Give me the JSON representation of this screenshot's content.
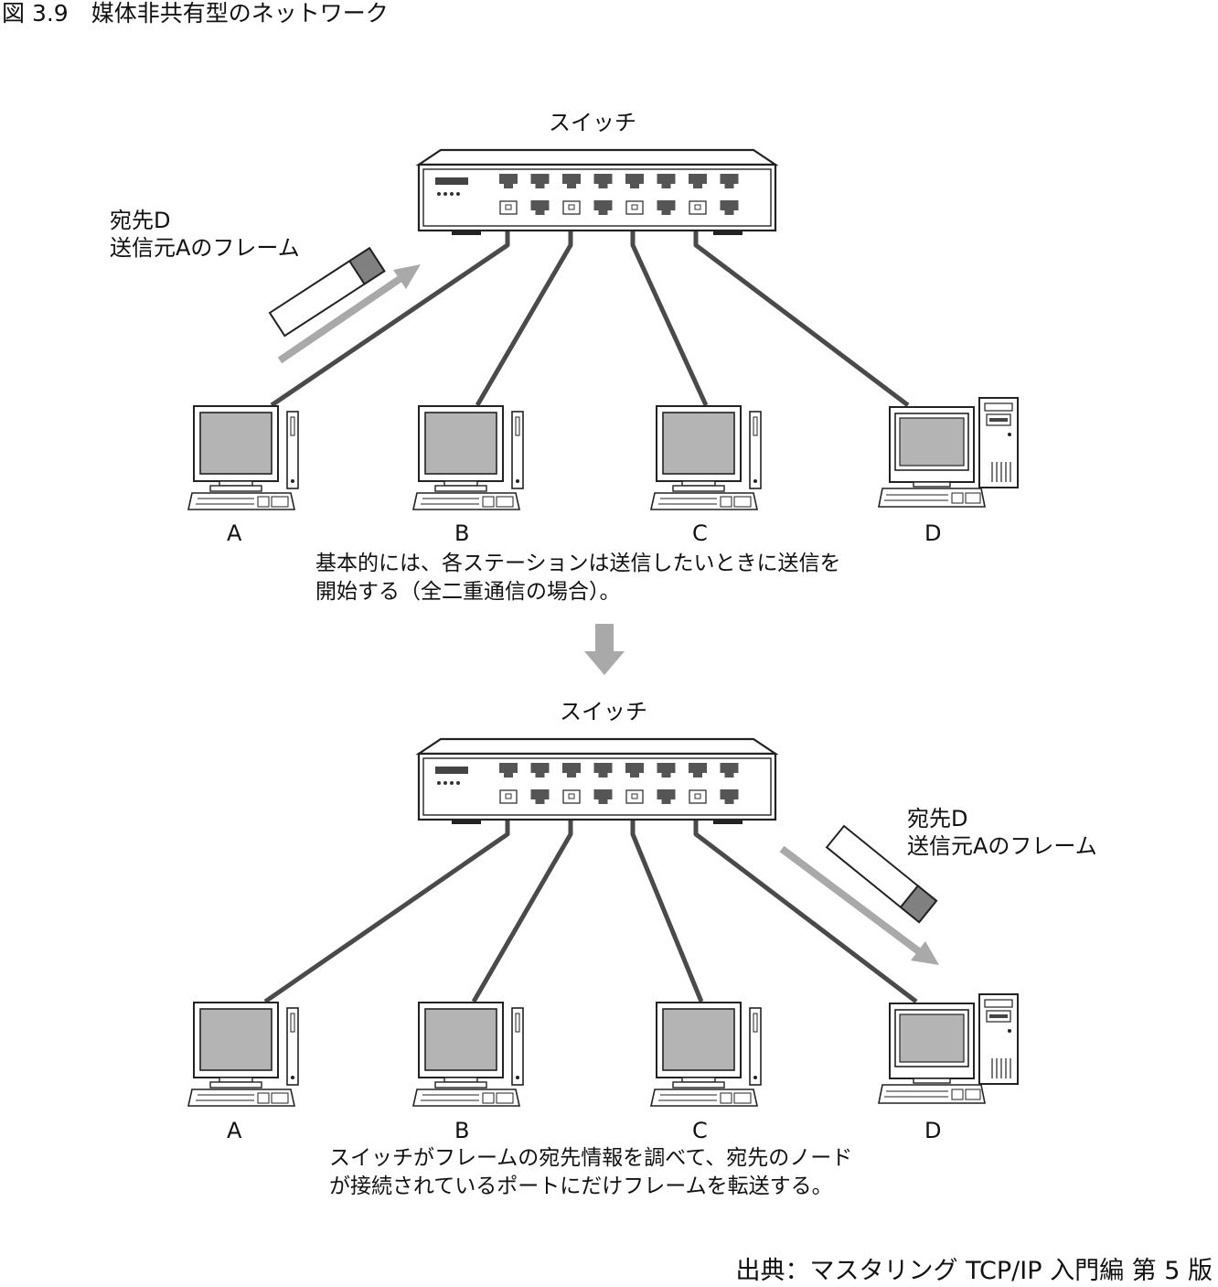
{
  "figure": {
    "title": "図 3.9　媒体非共有型のネットワーク",
    "source": "出典：マスタリング TCP/IP 入門編 第 5 版"
  },
  "top_scene": {
    "switch_label": "スイッチ",
    "frame_label_line1": "宛先D",
    "frame_label_line2": "送信元Aのフレーム",
    "stations": [
      "A",
      "B",
      "C",
      "D"
    ],
    "caption_line1": "基本的には、各ステーションは送信したいときに送信を",
    "caption_line2": "開始する（全二重通信の場合）。"
  },
  "bottom_scene": {
    "switch_label": "スイッチ",
    "frame_label_line1": "宛先D",
    "frame_label_line2": "送信元Aのフレーム",
    "stations": [
      "A",
      "B",
      "C",
      "D"
    ],
    "caption_line1": "スイッチがフレームの宛先情報を調べて、宛先のノード",
    "caption_line2": "が接続されているポートにだけフレームを転送する。"
  },
  "colors": {
    "cable": "#4a4a4a",
    "arrow": "#a9a9a9",
    "screen": "#b4b4b4",
    "port": "#555555",
    "frame_header": "#808080"
  },
  "icons": [
    "network-switch-icon",
    "desktop-pc-icon",
    "tower-pc-icon",
    "ethernet-frame-icon",
    "flow-arrow-icon"
  ]
}
